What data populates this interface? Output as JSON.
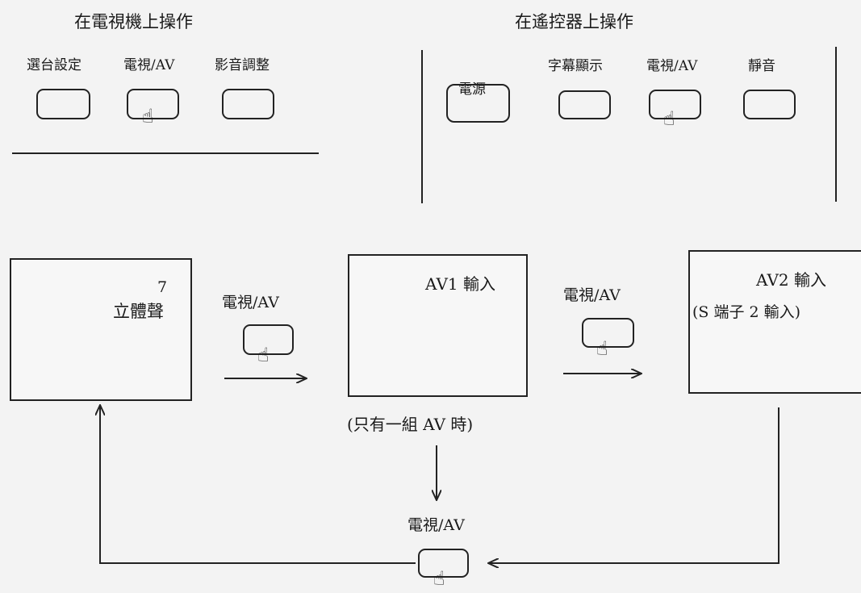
{
  "tv_section": {
    "title": "在電視機上操作",
    "labels": [
      "選台設定",
      "電視/AV",
      "影音調整"
    ]
  },
  "remote_section": {
    "title": "在遙控器上操作",
    "labels": [
      "電源",
      "字幕顯示",
      "電視/AV",
      "靜音"
    ]
  },
  "flow": {
    "screen1": {
      "number": "7",
      "label": "立體聲"
    },
    "screen2": {
      "label": "AV1 輸入"
    },
    "screen3": {
      "label": "AV2 輸入",
      "sublabel": "(S 端子 2 輸入)"
    },
    "button_label": "電視/AV",
    "note": "(只有一組 AV 時)"
  },
  "icons": {
    "hand": "pointing-hand-icon"
  }
}
